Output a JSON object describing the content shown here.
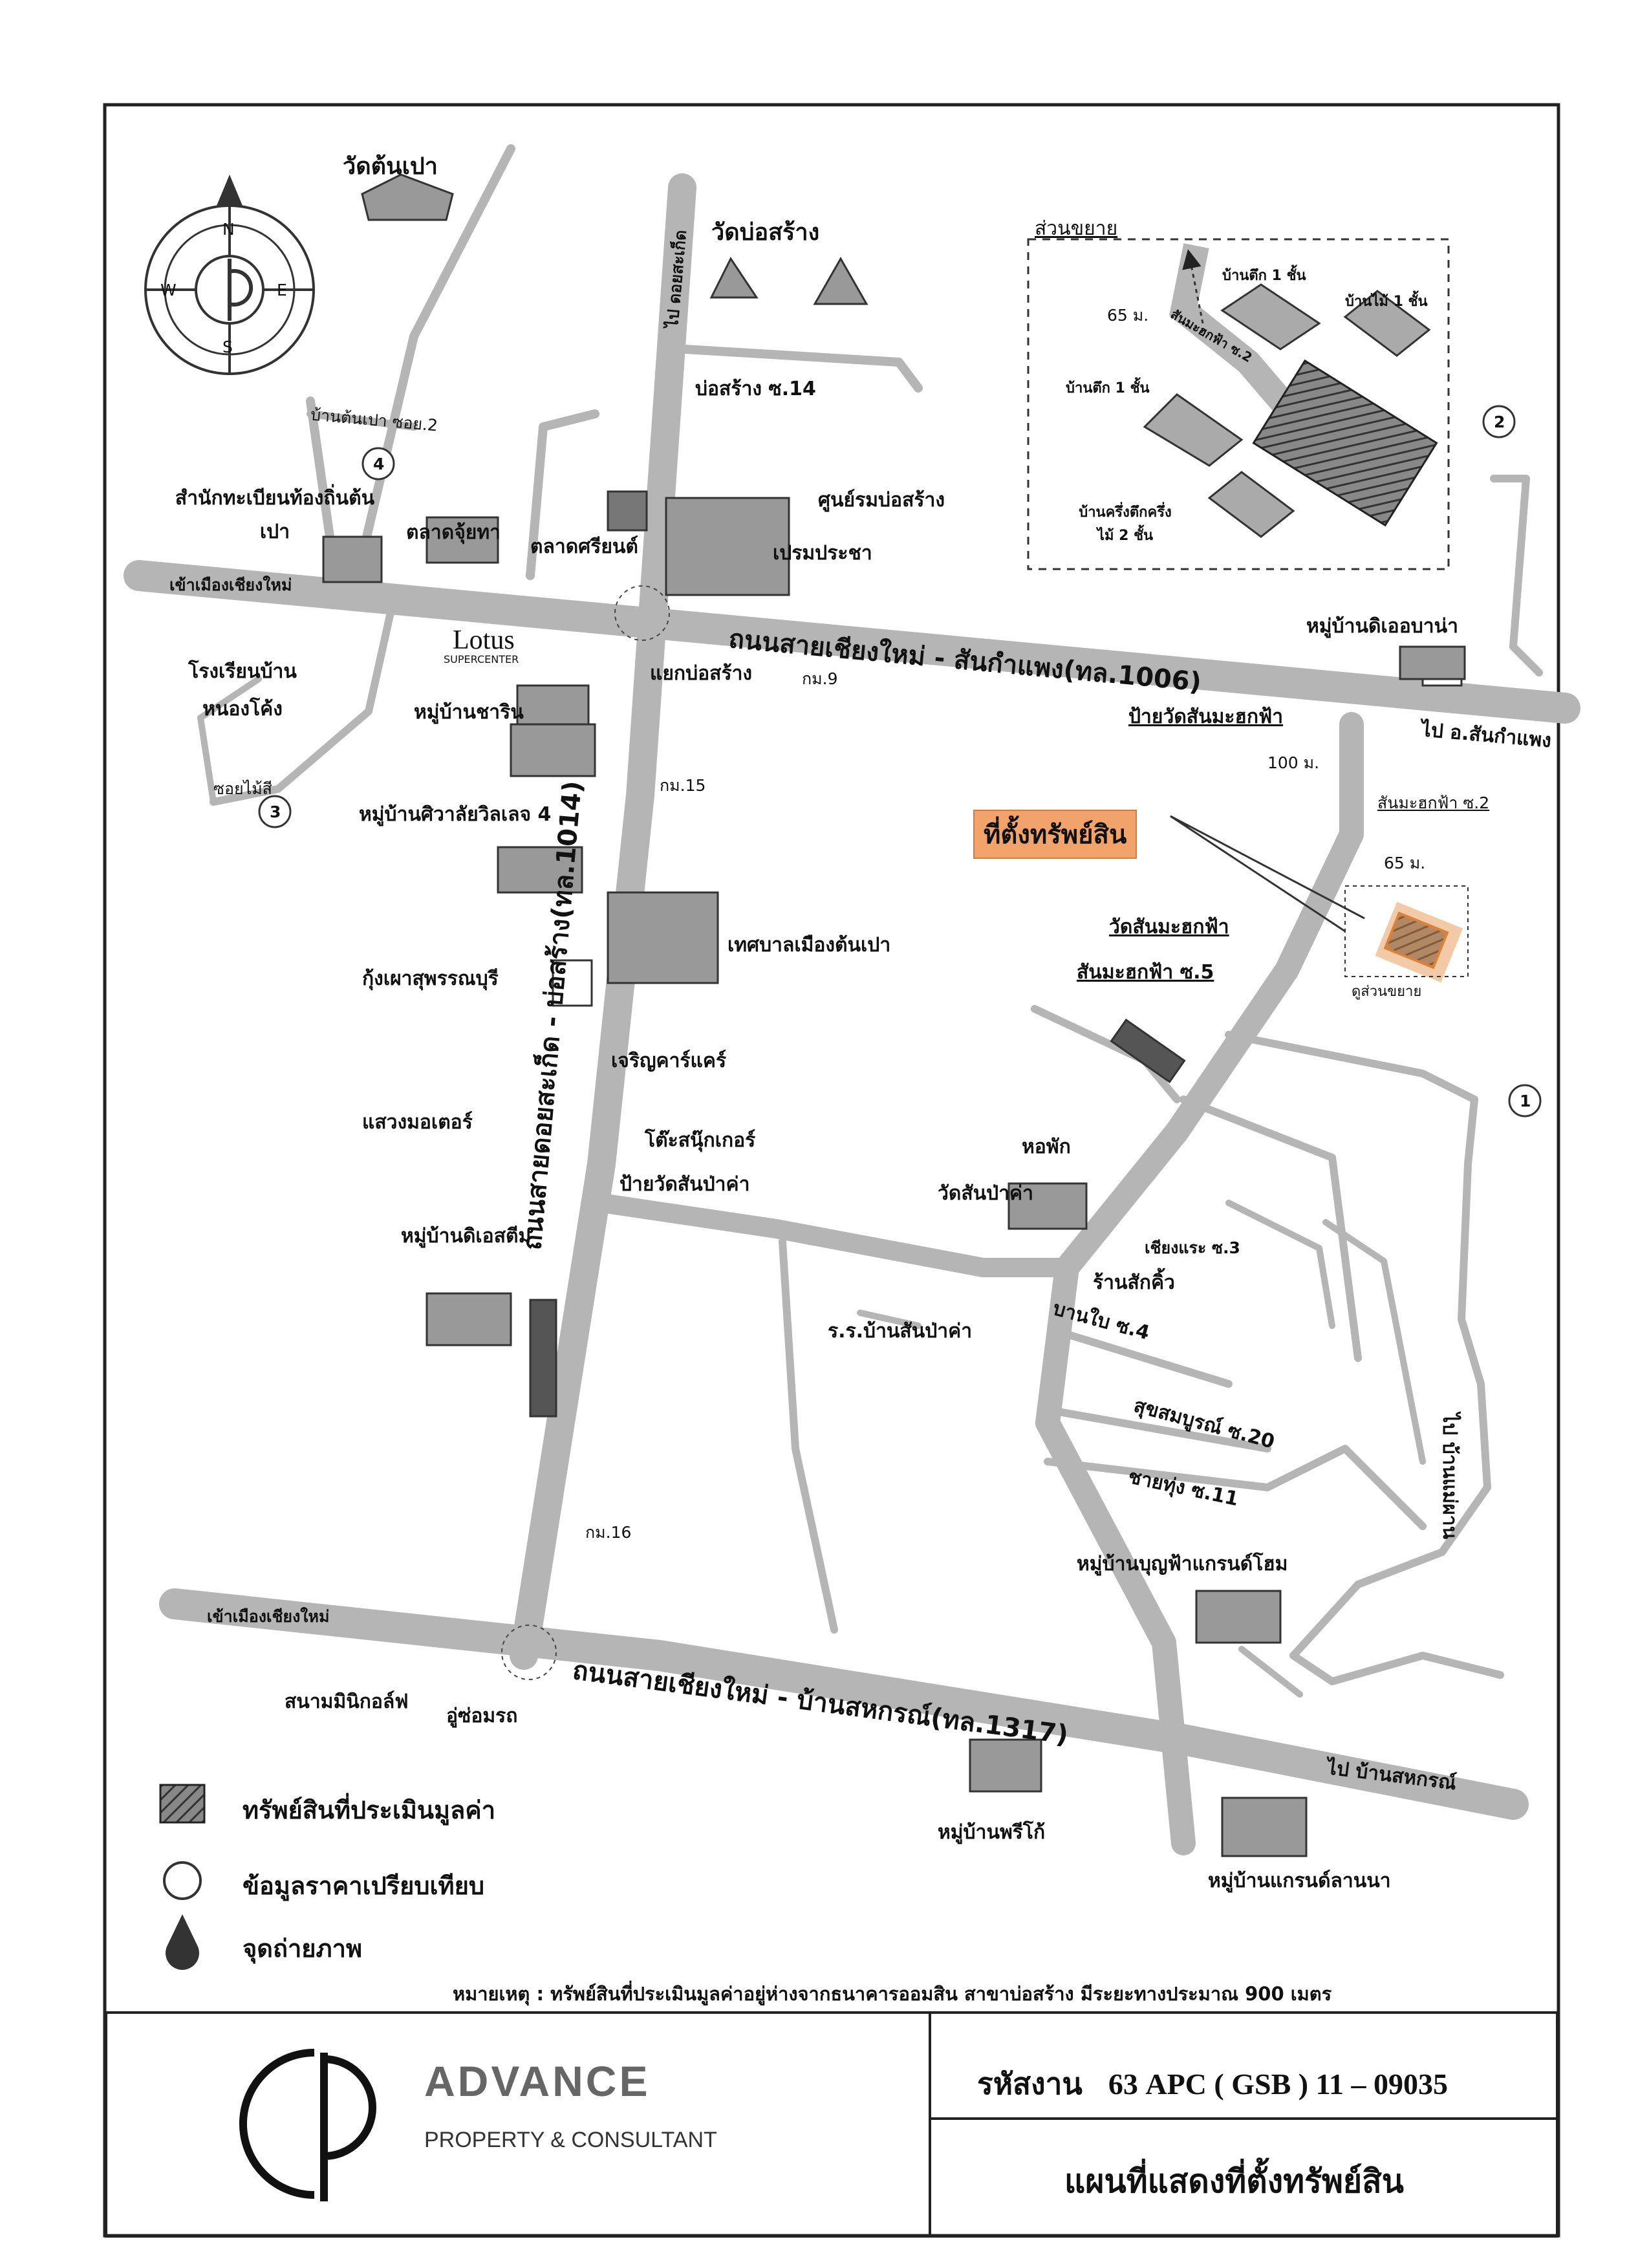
{
  "labels": {
    "wat_ton_pao": "วัดต้นเปา",
    "wat_bo_sang": "วัดบ่อสร้าง",
    "bo_sang_soi14": "บ่อสร้าง ซ.14",
    "bo_sang_center": "ศูนย์รมบ่อสร้าง",
    "prem_pracha": "เปรมประชา",
    "registration_office": "สำนักทะเบียนท้องถิ่นต้นเปา",
    "talat_jukhta": "ตลาดจุ้ยทา",
    "talat_sriyon": "ตลาดศรียนต์",
    "soi2": "บ้านต้นเปา ซอย.2",
    "to_chiang_mai_top": "เข้าเมืองเชียงใหม่",
    "road_1006": "ถนนสายเชียงใหม่ - สันกำแพง(ทล.1006)",
    "lotus": "Lotus",
    "lotus_sub": "SUPERCENTER",
    "school_nong_kong": "โรงเรียนบ้านหนองโค้ง",
    "yaek_bo_sang": "แยกบ่อสร้าง",
    "km9": "กม.9",
    "ban_charin": "หมู่บ้านชาริน",
    "km15": "กม.15",
    "ban_siwalai": "หมู่บ้านศิวาลัยวิลเลจ 4",
    "soi_mai_si": "ซอยไม้สี",
    "tessaban": "เทศบาลเมืองต้นเปา",
    "kung_pao": "กุ้งเผาสุพรรณบุรี",
    "charoen_car": "เจริญคาร์แคร์",
    "sawang_motor": "แสวงมอเตอร์",
    "snooker": "โต๊ะสนุ๊กเกอร์",
    "bus_stop_san_pa_kha": "ป้ายวัดสันป่าค่า",
    "ban_dc_steam": "หมู่บ้านดิเอสตีม",
    "road_1014": "ถนนสายดอยสะเก็ด - บ่อสร้าง(ทล.1014)",
    "to_doi_saket": "ไป ดอยสะเก็ด",
    "km16": "กม.16",
    "to_chiang_mai_bottom": "เข้าเมืองเชียงใหม่",
    "road_1317": "ถนนสายเชียงใหม่ - บ้านสหกรณ์(ทล.1317)",
    "mini_golf": "สนามมินิกอล์ฟ",
    "garage": "อู่ซ่อมรถ",
    "ban_pree_ko": "หมู่บ้านพรีโก้",
    "to_ban_sahakorn": "ไป บ้านสหกรณ์",
    "ban_grand_lanna": "หมู่บ้านแกรนด์ลานนา",
    "ban_boonfa": "หมู่บ้านบุญฟ้าแกรนด์โฮม",
    "yai_thung": "ชายทุ่ง ซ.11",
    "suksomboon": "สุขสมบูรณ์ ซ.20",
    "ban_bai": "บานใบ ซ.4",
    "ran_sak_khiu": "ร้านสักคิ้ว",
    "chiang_rae": "เชียงแระ ซ.3",
    "wat_san_pa_kha": "วัดสันป่าค่า",
    "school_san_pa_kha": "ร.ร.บ้านสันป่าค่า",
    "hor_pak": "หอพัก",
    "to_ban_wan": "ไป บ้านแม่ผาน",
    "ban_dee_lanna": "หมู่บ้านดิเออบาน่า",
    "bus_stop_mahakfa": "ป้ายวัดสันมะฮกฟ้า",
    "to_san_kamphaeng": "ไป อ.สันกำแพง",
    "dist_100": "100 ม.",
    "san_mahakfa_soi2": "สันมะฮกฟ้า ซ.2",
    "dist_65": "65 ม.",
    "site_location": "ที่ตั้งทรัพย์สิน",
    "wat_san_mahakfa": "วัดสันมะฮกฟ้า",
    "san_mahakfa_soi5": "สันมะฮกฟ้า ซ.5",
    "inset_small_label": "ดูส่วนขยาย",
    "inset_title": "ส่วนขยาย",
    "inset_65": "65 ม.",
    "inset_soi": "สันมะฮกฟ้า ซ.2",
    "house_brick_1": "บ้านตึก 1 ชั้น",
    "house_wood_1": "บ้านไม้ 1 ชั้น",
    "house_brick_1b": "บ้านตึก 1 ชั้น",
    "house_half": "บ้านครึ่งตึกครึ่งไม้ 2 ชั้น",
    "compass_n": "N",
    "compass_s": "S",
    "compass_e": "E",
    "compass_w": "W",
    "marker_1": "1",
    "marker_2": "2",
    "marker_3": "3",
    "marker_4": "4"
  },
  "legend": [
    {
      "symbol": "hatched-square",
      "label": "ทรัพย์สินที่ประเมินมูลค่า"
    },
    {
      "symbol": "circle",
      "label": "ข้อมูลราคาเปรียบเทียบ"
    },
    {
      "symbol": "camera-drop",
      "label": "จุดถ่ายภาพ"
    }
  ],
  "note": "หมายเหตุ : ทรัพย์สินที่ประเมินมูลค่าอยู่ห่างจากธนาคารออมสิน สาขาบ่อสร้าง    มีระยะทางประมาณ  900 เมตร",
  "title_block": {
    "brand": "ADVANCE",
    "sub_brand": "PROPERTY & CONSULTANT",
    "job_label": "รหัสงาน",
    "job_number": "63 APC ( GSB ) 11 – 09035",
    "map_title": "แผนที่แสดงที่ตั้งทรัพย์สิน"
  },
  "colors": {
    "road": "#b8b8b8",
    "road_edge": "#8a8a8a",
    "site": "#e58a3c",
    "frame": "#222222"
  }
}
